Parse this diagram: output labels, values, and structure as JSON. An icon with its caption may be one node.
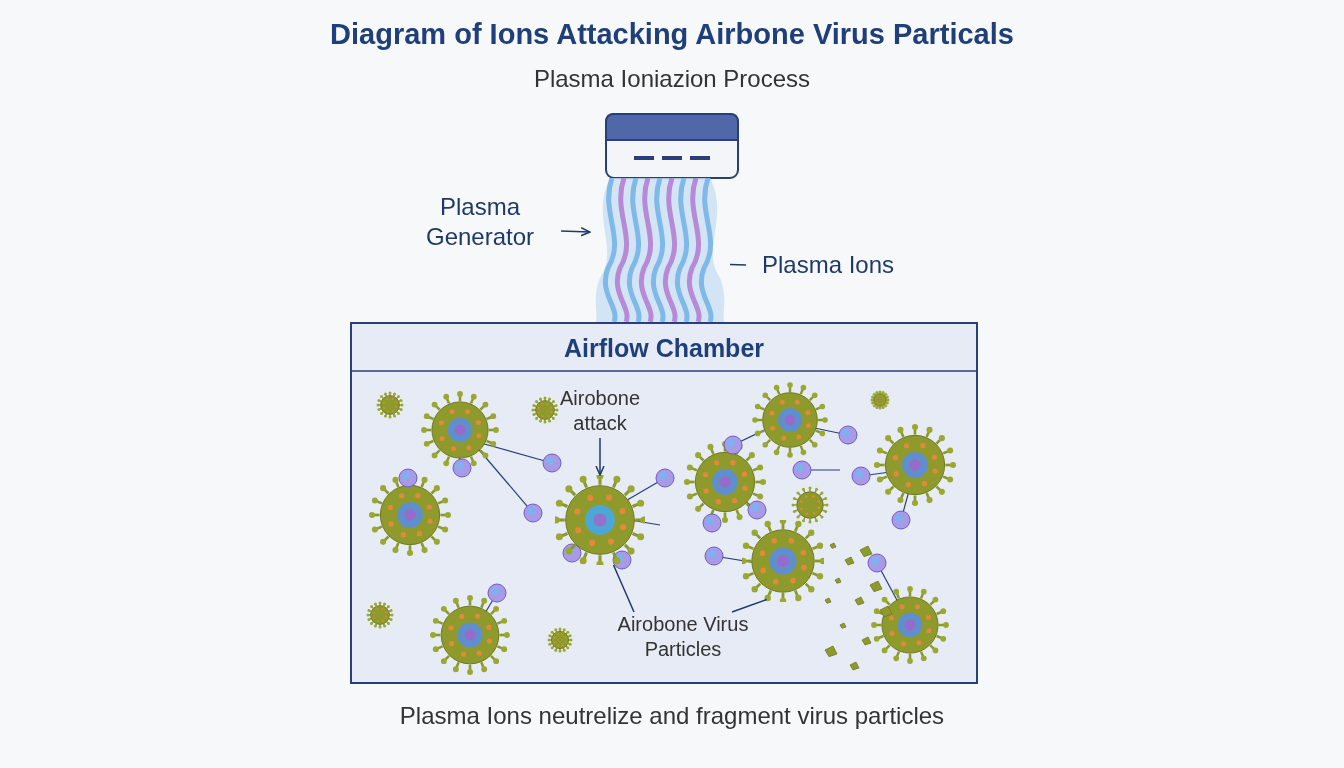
{
  "diagram": {
    "title": "Diagram of Ions Attacking Airbone Virus Particals",
    "caption": "Plasma Ions neutrelize and fragment virus particles",
    "nodes": [
      {
        "text": [
          "Plasma Generator"
        ]
      },
      {
        "text": [],
        "shape": "picture"
      },
      {
        "text": [
          "Plasma Ions"
        ]
      },
      {
        "text": [
          "Airflow Chamber"
        ]
      },
      {
        "text": [
          "Airobone attack"
        ],
        "in": 3
      },
      {
        "text": [],
        "shape": "picture",
        "in": 3
      },
      {
        "text": [
          "Airobone Virus Particles"
        ],
        "in": 3
      },
      {
        "text": [],
        "shape": "picture",
        "in": 3
      }
    ],
    "edges": [
      {
        "from": 0,
        "to": 1,
        "arrow": "to"
      },
      {
        "from": 2,
        "to": 1,
        "arrow": "none"
      },
      {
        "from": 4,
        "to": 5,
        "arrow": "to"
      },
      {
        "from": 6,
        "to": 5,
        "arrow": "none"
      },
      {
        "from": 6,
        "to": 7,
        "arrow": "none"
      }
    ],
    "labels": [
      "Plasma Ioniazion Process"
    ]
  }
}
